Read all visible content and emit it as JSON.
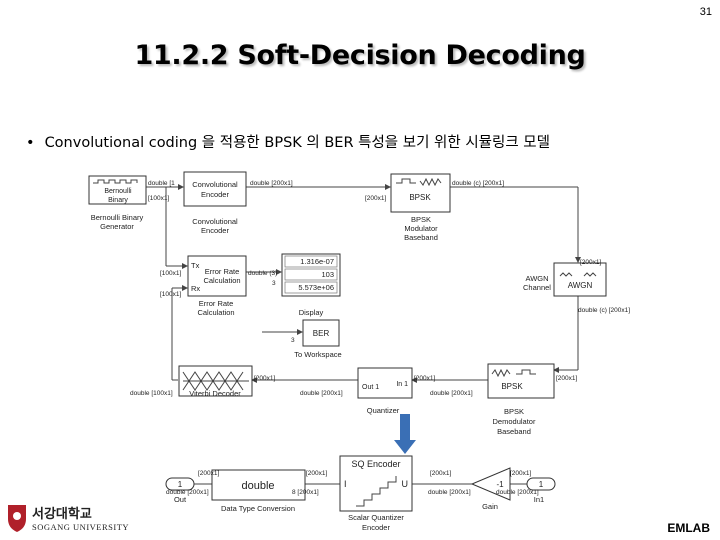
{
  "page_number": "31",
  "title": "11.2.2 Soft-Decision Decoding",
  "bullet": "Convolutional coding 을 적용한 BPSK 의 BER 특성을 보기 위한 시뮬링크 모델",
  "blocks": {
    "bernoulli": {
      "line1": "Bernoulli",
      "line2": "Binary",
      "label1": "Bernoulli Binary",
      "label2": "Generator"
    },
    "conv_enc": {
      "line1": "Convolutional",
      "line2": "Encoder",
      "label1": "Convolutional",
      "label2": "Encoder"
    },
    "bpsk_mod": {
      "label1": "BPSK",
      "label2": "Modulator",
      "label3": "Baseband",
      "inner": "BPSK"
    },
    "error_rate": {
      "tx": "Tx",
      "rx": "Rx",
      "line1": "Error Rate",
      "line2": "Calculation",
      "label1": "Error Rate",
      "label2": "Calculation"
    },
    "display": {
      "v1": "1.316e-07",
      "v2": "103",
      "v3": "5.573e+06",
      "label": "Display"
    },
    "to_workspace": {
      "inner": "BER",
      "label": "To Workspace"
    },
    "awgn": {
      "inner": "AWGN",
      "label1": "AWGN",
      "label2": "Channel"
    },
    "viterbi": {
      "label": "Viterbi Decoder"
    },
    "quantizer": {
      "out": "Out 1",
      "in": "In 1",
      "label": "Quantizer"
    },
    "bpsk_demod": {
      "inner": "BPSK",
      "label1": "BPSK",
      "label2": "Demodulator",
      "label3": "Baseband"
    },
    "sq_encoder": {
      "title": "SQ Encoder",
      "left": "I",
      "right": "U",
      "label1": "Scalar Quantizer",
      "label2": "Encoder"
    },
    "dtc": {
      "inner": "double",
      "label": "Data Type Conversion"
    },
    "gain": {
      "inner": "-1",
      "label": "Gain"
    },
    "out1": {
      "inner": "1",
      "label": "Out"
    },
    "in1": {
      "inner": "1",
      "label": "In1"
    }
  },
  "signals": {
    "s1": "double [1",
    "s2": "double [200x1]",
    "s3": "double (c) [200x1]",
    "s4": "[100x1]",
    "s5": "[200x1]",
    "s6": "[100x1]",
    "s7": "double (3)",
    "s8": "3",
    "s9": "[100x1]",
    "s10": "[200x1]",
    "s11": "double (c) [200x1]",
    "s12": "3",
    "s13": "[200x1]",
    "s14": "[200x1]",
    "s15": "[200x1]",
    "s16": "double [100x1]",
    "s17": "double [200x1]",
    "s18": "double [200x1]",
    "s19": "[200x1]",
    "s20": "[200x1]",
    "s21": "[200x1]",
    "s22": "[200x1]",
    "s23": "double [200x1]",
    "s24": "8 [200x1]",
    "s25": "double [200x1]",
    "s26": "double [200x1]"
  },
  "logo": {
    "korean": "서강대학교",
    "english": "SOGANG UNIVERSITY"
  },
  "footer": "EMLAB",
  "colors": {
    "arrow": "#3a6fb5",
    "logo_red": "#b0202a"
  }
}
